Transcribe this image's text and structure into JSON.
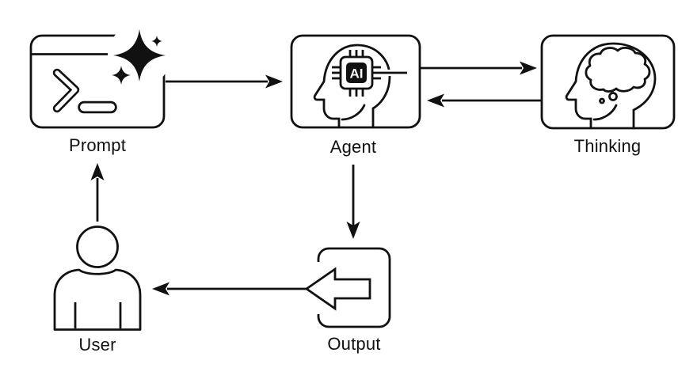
{
  "canvas": {
    "background": "#ffffff",
    "ink": "#111111",
    "chip_fill": "#111111",
    "chip_text_color": "#ffffff"
  },
  "nodes": [
    {
      "id": "prompt",
      "label": "Prompt",
      "icon": "terminal-sparkles-icon"
    },
    {
      "id": "agent",
      "label": "Agent",
      "icon": "head-ai-chip-icon",
      "chip_text": "AI"
    },
    {
      "id": "thinking",
      "label": "Thinking",
      "icon": "head-thought-cloud-icon"
    },
    {
      "id": "output",
      "label": "Output",
      "icon": "return-arrow-icon"
    },
    {
      "id": "user",
      "label": "User",
      "icon": "person-icon"
    }
  ],
  "edges": [
    {
      "from": "prompt",
      "to": "agent",
      "direction": "right"
    },
    {
      "from": "agent",
      "to": "thinking",
      "direction": "right"
    },
    {
      "from": "thinking",
      "to": "agent",
      "direction": "left"
    },
    {
      "from": "agent",
      "to": "output",
      "direction": "down"
    },
    {
      "from": "output",
      "to": "user",
      "direction": "left"
    },
    {
      "from": "user",
      "to": "prompt",
      "direction": "up"
    }
  ]
}
